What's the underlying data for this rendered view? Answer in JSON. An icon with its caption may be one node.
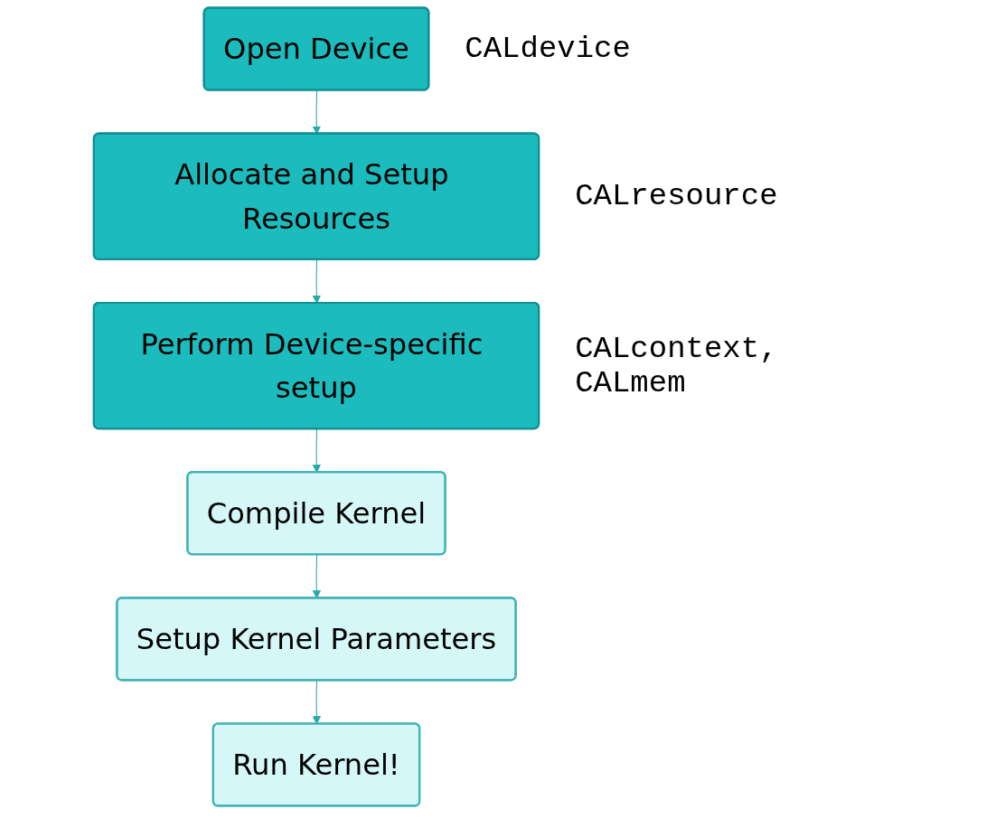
{
  "diagram": {
    "nodes": [
      {
        "text": [
          "Open Device"
        ],
        "beside": [
          "CALdevice"
        ]
      },
      {
        "text": [
          "Allocate and Setup Resources"
        ],
        "beside": [
          "CALresource"
        ]
      },
      {
        "text": [
          "Perform Device-specific setup"
        ],
        "beside": [
          "CALcontext, CALmem"
        ]
      },
      {
        "text": [
          "Compile Kernel"
        ]
      },
      {
        "text": [
          "Setup Kernel Parameters"
        ]
      },
      {
        "text": [
          "Run Kernel!"
        ]
      }
    ],
    "edges": [
      {
        "from": 0,
        "to": 1,
        "arrow": "to"
      },
      {
        "from": 1,
        "to": 2,
        "arrow": "to"
      },
      {
        "from": 2,
        "to": 3,
        "arrow": "to"
      },
      {
        "from": 3,
        "to": 4,
        "arrow": "to"
      },
      {
        "from": 4,
        "to": 5,
        "arrow": "to"
      }
    ]
  }
}
